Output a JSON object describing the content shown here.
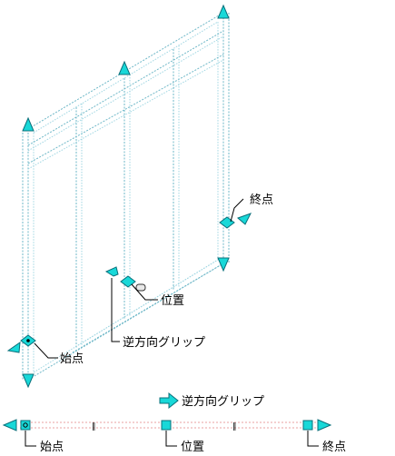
{
  "labels": {
    "end_point": "終点",
    "position": "位置",
    "reverse_grip": "逆方向グリップ",
    "start_point": "始点",
    "legend_reverse_grip": "逆方向グリップ",
    "bottom_start_point": "始点",
    "bottom_position": "位置",
    "bottom_end_point": "終点"
  },
  "colors": {
    "grip_fill": "#18d8d8",
    "frame_line": "#6fb8c8",
    "track_line": "#e8a0a0"
  }
}
